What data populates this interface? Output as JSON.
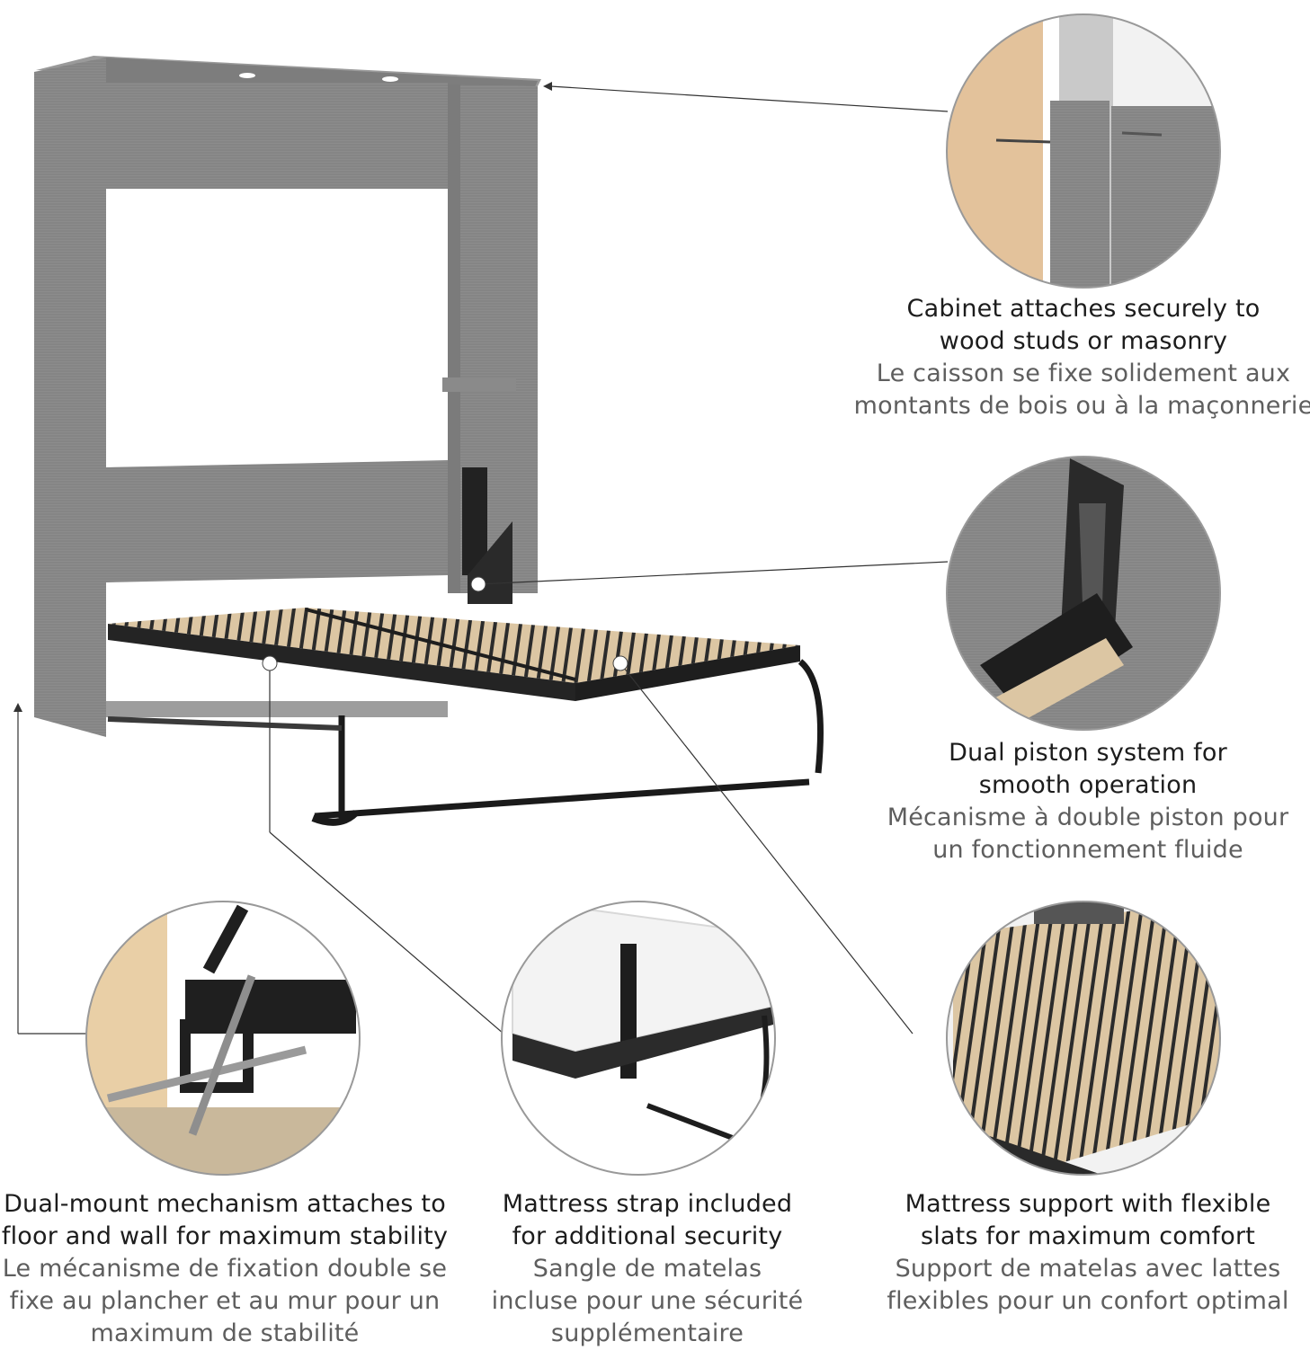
{
  "captions": {
    "cabinet": {
      "en": [
        "Cabinet attaches securely to",
        "wood studs or masonry"
      ],
      "fr": [
        "Le caisson se fixe solidement aux",
        "montants de bois ou à la maçonnerie"
      ]
    },
    "piston": {
      "en": [
        "Dual piston system for",
        "smooth operation"
      ],
      "fr": [
        "Mécanisme à double piston pour",
        "un fonctionnement fluide"
      ]
    },
    "mount": {
      "en": [
        "Dual-mount mechanism attaches to",
        "floor and wall for maximum stability"
      ],
      "fr": [
        "Le mécanisme de fixation double se",
        "fixe au plancher et au mur pour un",
        "maximum de stabilité"
      ]
    },
    "strap": {
      "en": [
        "Mattress strap included",
        "for additional security"
      ],
      "fr": [
        "Sangle de matelas",
        "incluse pour une sécurité",
        "supplémentaire"
      ]
    },
    "slats": {
      "en": [
        "Mattress support with flexible",
        "slats for maximum comfort"
      ],
      "fr": [
        "Support de matelas avec lattes",
        "flexibles pour un confort optimal"
      ]
    }
  },
  "colors": {
    "cabinet_gray": "#8e8e8e",
    "cabinet_dark": "#6f6f6f",
    "slat_wood": "#d9c3a0",
    "frame_black": "#222222",
    "stud_wood": "#e7c9a0",
    "text_en": "#1c1c1c",
    "text_fr": "#5e5e5e"
  }
}
